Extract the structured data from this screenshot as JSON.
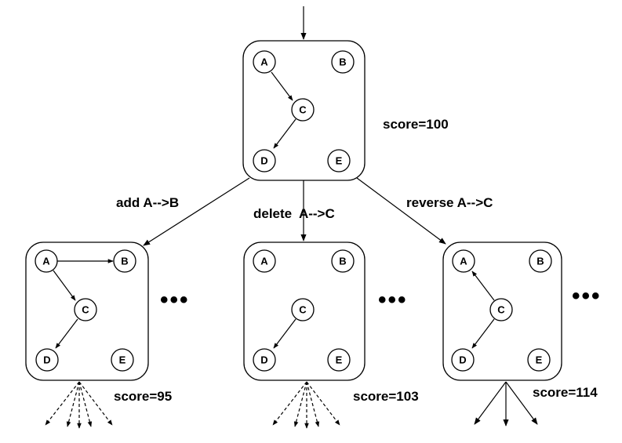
{
  "root": {
    "nodes": [
      "A",
      "B",
      "C",
      "D",
      "E"
    ],
    "score": "score=100"
  },
  "operations": [
    {
      "label": "add A-->B"
    },
    {
      "label": "delete  A-->C"
    },
    {
      "label": "reverse A-->C"
    }
  ],
  "children": [
    {
      "nodes": [
        "A",
        "B",
        "C",
        "D",
        "E"
      ],
      "score": "score=95",
      "continuation": "..."
    },
    {
      "nodes": [
        "A",
        "B",
        "C",
        "D",
        "E"
      ],
      "score": "score=103",
      "continuation": "..."
    },
    {
      "nodes": [
        "A",
        "B",
        "C",
        "D",
        "E"
      ],
      "score": "score=114",
      "continuation": "..."
    }
  ]
}
